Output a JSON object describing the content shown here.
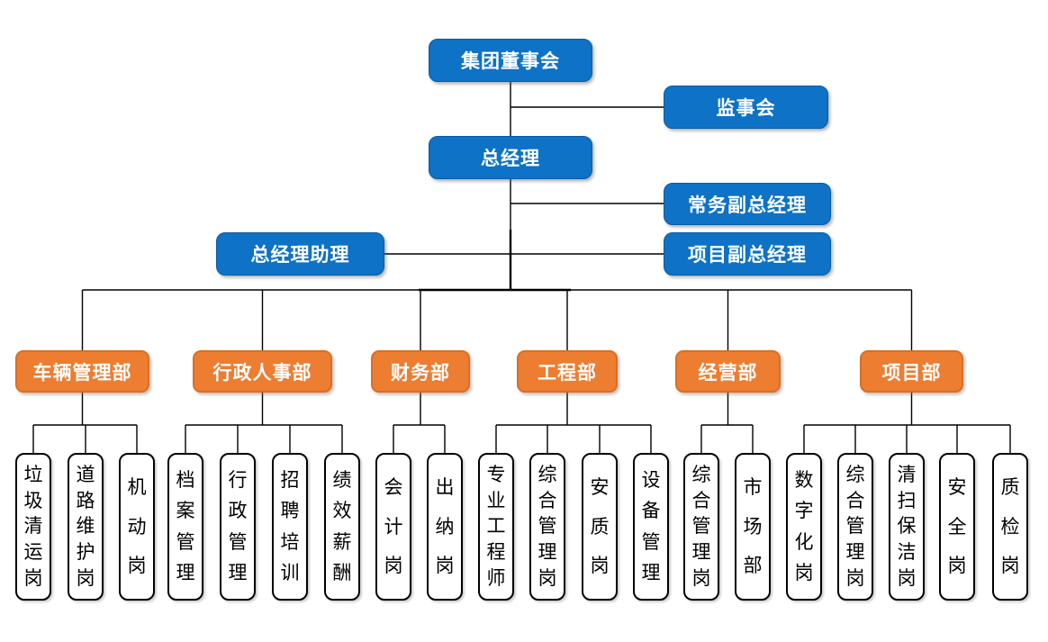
{
  "colors": {
    "box_blue": "#0E72C6",
    "box_orange": "#ED7D31",
    "orange_border": "#DA6E24",
    "leaf_border": "#000000",
    "connector": "#000000",
    "background": "#ffffff"
  },
  "top": {
    "board": "集团董事会",
    "supervisory": "监事会",
    "gm": "总经理",
    "exec_deputy": "常务副总经理",
    "gm_assistant": "总经理助理",
    "project_deputy": "项目副总经理"
  },
  "departments": [
    {
      "label": "车辆管理部",
      "positions": [
        "垃圾清运岗",
        "道路维护岗",
        "机动岗"
      ]
    },
    {
      "label": "行政人事部",
      "positions": [
        "档案管理",
        "行政管理",
        "招聘培训",
        "绩效薪酬"
      ]
    },
    {
      "label": "财务部",
      "positions": [
        "会计岗",
        "出纳岗"
      ]
    },
    {
      "label": "工程部",
      "positions": [
        "专业工程师",
        "综合管理岗",
        "安质岗",
        "设备管理"
      ]
    },
    {
      "label": "经营部",
      "positions": [
        "综合管理岗",
        "市场部"
      ]
    },
    {
      "label": "项目部",
      "positions": [
        "数字化岗",
        "综合管理岗",
        "清扫保洁岗",
        "安全岗",
        "质检岗"
      ]
    }
  ]
}
